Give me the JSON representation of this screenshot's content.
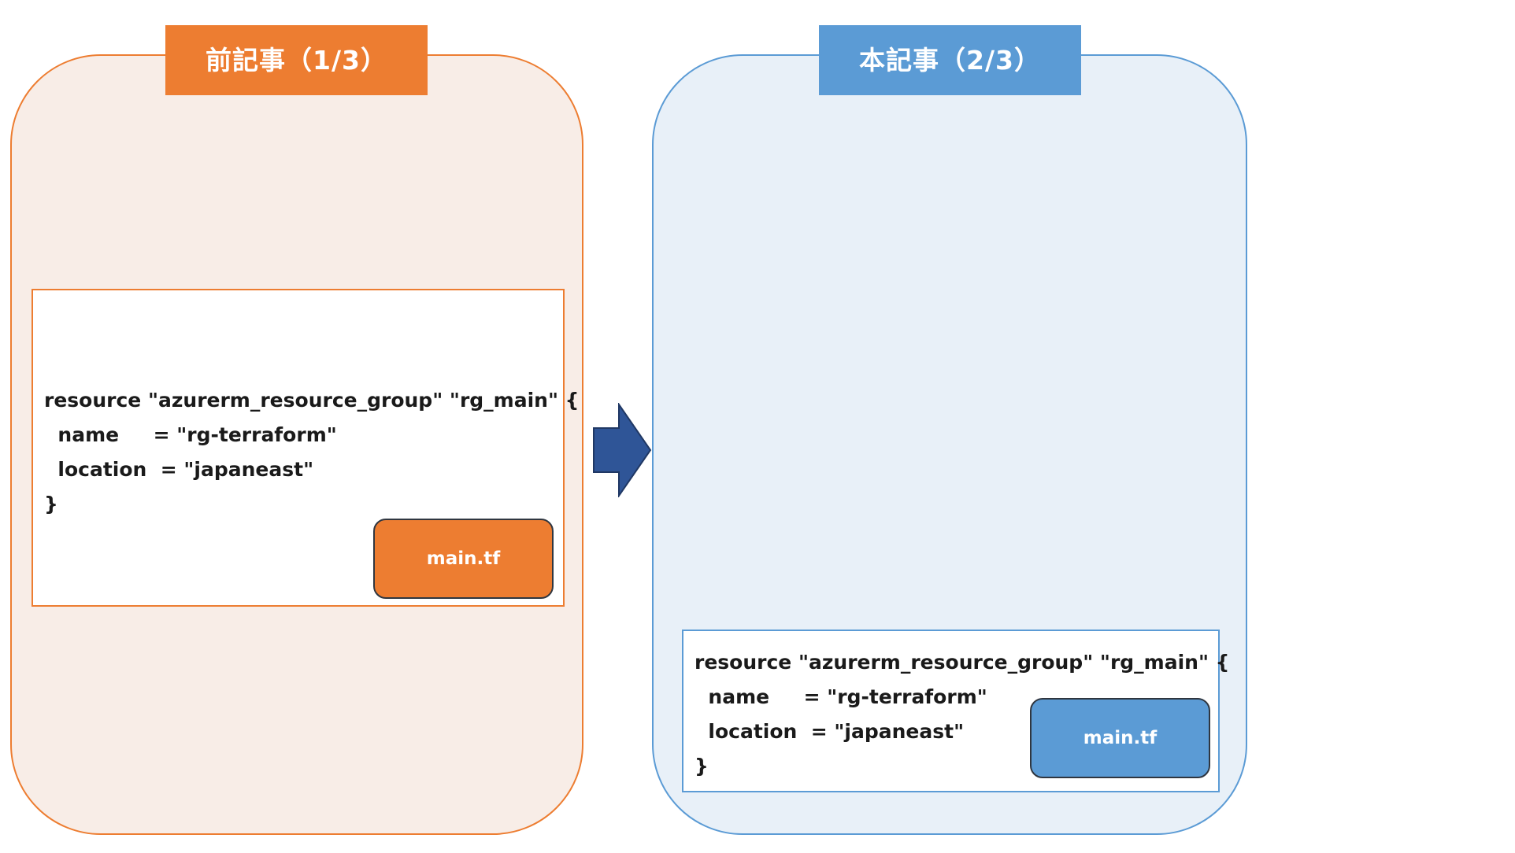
{
  "colors": {
    "orange": "#ED7D31",
    "orange_bg": "#F8EDE7",
    "blue": "#5B9BD5",
    "blue_bg": "#E8F0F8",
    "arrow": "#2F5597",
    "arrow_border": "#203864"
  },
  "left_panel": {
    "title": "前記事（1/3）",
    "code": "resource \"azurerm_resource_group\" \"rg_main\" {\n  name     = \"rg-terraform\"\n  location  = \"japaneast\"\n}",
    "file_label": "main.tf"
  },
  "right_panel": {
    "title": "本記事（2/3）",
    "code": "resource \"azurerm_resource_group\" \"rg_main\" {\n  name     = \"rg-terraform\"\n  location  = \"japaneast\"\n}",
    "file_label": "main.tf"
  },
  "arrow_icon": "right-arrow-icon"
}
